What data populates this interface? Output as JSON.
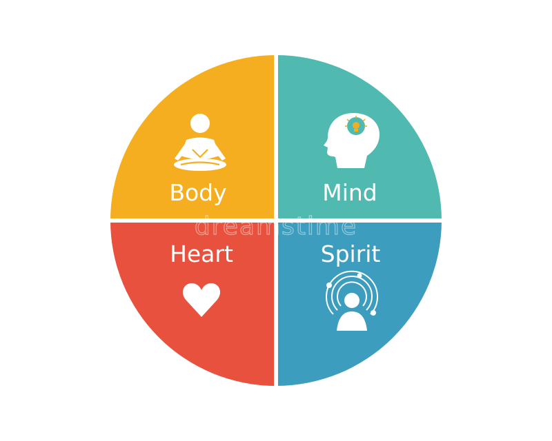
{
  "colors": {
    "background": "#ffffff",
    "body": "#F5AE1F",
    "mind": "#50BAB1",
    "heart": "#E8513D",
    "spirit": "#3D9DBE",
    "icon": "#ffffff"
  },
  "quadrants": {
    "body": {
      "label": "Body",
      "icon": "meditation-person-icon"
    },
    "mind": {
      "label": "Mind",
      "icon": "head-lightbulb-icon"
    },
    "heart": {
      "label": "Heart",
      "icon": "heart-icon"
    },
    "spirit": {
      "label": "Spirit",
      "icon": "aura-person-icon"
    }
  },
  "watermark": "dreamstime"
}
